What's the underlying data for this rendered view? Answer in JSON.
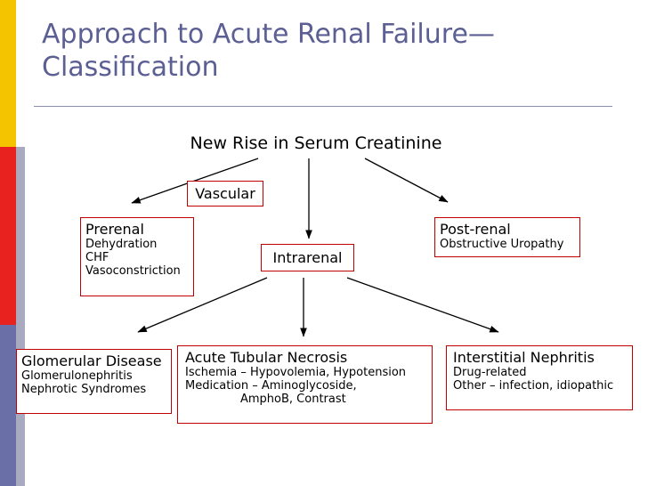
{
  "slide": {
    "title": "Approach to Acute Renal Failure—Classification"
  },
  "diagram": {
    "root": {
      "label": "New Rise in Serum Creatinine"
    },
    "nodes": [
      {
        "key": "vascular",
        "title": "Vascular",
        "lines": []
      },
      {
        "key": "prerenal",
        "title": "Prerenal",
        "lines": [
          "Dehydration",
          "CHF",
          "Vasoconstriction"
        ]
      },
      {
        "key": "intrarenal",
        "title": "Intrarenal",
        "lines": []
      },
      {
        "key": "postrenal",
        "title": "Post-renal",
        "lines": [
          "Obstructive Uropathy"
        ]
      },
      {
        "key": "glomerular",
        "title": "Glomerular Disease",
        "lines": [
          "Glomerulonephritis",
          "Nephrotic Syndromes"
        ]
      },
      {
        "key": "atn",
        "title": "Acute Tubular Necrosis",
        "lines": [
          "Ischemia – Hypovolemia, Hypotension",
          "Medication – Aminoglycoside,",
          "AmphoB, Contrast"
        ]
      },
      {
        "key": "interstitial",
        "title": "Interstitial Nephritis",
        "lines": [
          "Drug-related",
          "Other – infection, idiopathic"
        ]
      }
    ]
  },
  "colors": {
    "title": "#5b5f93",
    "box_border": "#c00000",
    "bar_yellow": "#f5c400",
    "bar_red": "#e8231f",
    "bar_blue": "#6a6fa8",
    "bar_grey": "#a9a9bf"
  }
}
